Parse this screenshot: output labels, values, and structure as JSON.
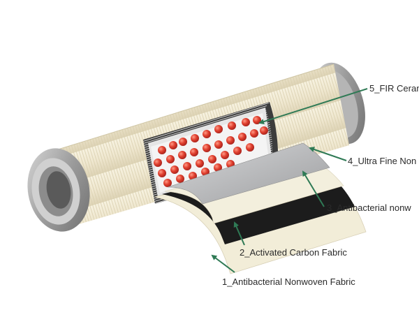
{
  "labels": {
    "layer5": "5_FIR Ceram",
    "layer4": "4_Ultra Fine Non",
    "layer3": "3_Antibacterial nonw",
    "layer2": "2_Activated Carbon Fabric",
    "layer1": "1_Antibacterial Nonwoven Fabric"
  },
  "colors": {
    "arrow": "#2f7a55",
    "outer_wrap": "#efe8d2",
    "end_cap": "#9a9a9a",
    "ceramic_ball": "#d63a2c",
    "carbon_layer": "#1c1c1c",
    "fine_nonwoven": "#b8b9bb",
    "antibacterial_layer": "#f2edd8"
  }
}
